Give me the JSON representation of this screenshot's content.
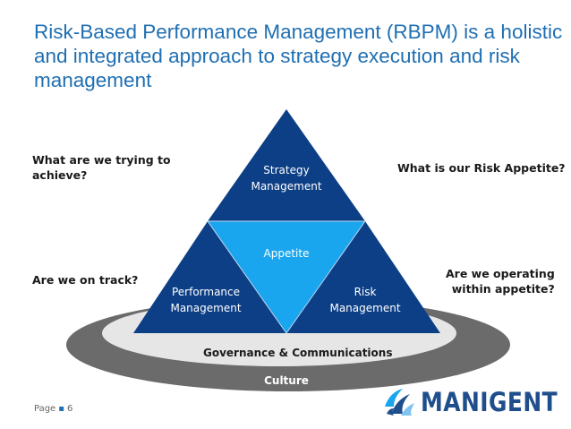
{
  "title": {
    "line1": "Risk-Based Performance Management (RBPM) is a holistic",
    "line2": "and integrated approach to strategy execution and risk",
    "line3": "management"
  },
  "questions": {
    "q1_line1": "What are we trying to",
    "q1_line2": "achieve?",
    "q2": "What is our Risk Appetite?",
    "q3": "Are we on track?",
    "q4_line1": "Are we operating",
    "q4_line2": "within appetite?"
  },
  "pyramid": {
    "strategy_line1": "Strategy",
    "strategy_line2": "Management",
    "appetite": "Appetite",
    "performance_line1": "Performance",
    "performance_line2": "Management",
    "risk_line1": "Risk",
    "risk_line2": "Management"
  },
  "base": {
    "governance": "Governance & Communications",
    "culture": "Culture"
  },
  "footer": {
    "page_label": "Page",
    "page_number": "6"
  },
  "logo": {
    "text": "MANIGENT",
    "icon": "manigent-logo-icon"
  },
  "colors": {
    "title": "#1f6fb2",
    "dark_triangle": "#0d3f86",
    "light_triangle": "#1aa6ee",
    "outer_ellipse": "#6b6b6b",
    "inner_ellipse": "#e6e6e6"
  }
}
